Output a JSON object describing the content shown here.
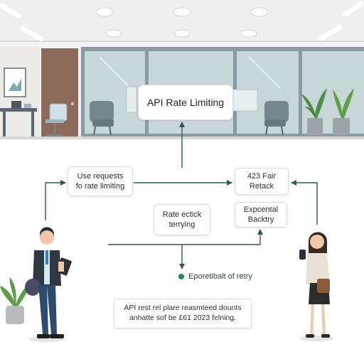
{
  "diagram": {
    "title": "API Rate Limiting",
    "nodes": {
      "request": {
        "lines": [
          "Use requests",
          "fo rate limiting"
        ]
      },
      "fair": {
        "lines": [
          "423 Fair",
          "Retack"
        ]
      },
      "retry": {
        "lines": [
          "Rate ectick",
          "terrying"
        ]
      },
      "backoff": {
        "lines": [
          "Expcental",
          "Backtry"
        ]
      },
      "exponential": {
        "label": "Eporetibalt of retry"
      },
      "caption": {
        "lines": [
          "API rest rel plare reasmteed dounts",
          "anhatte sof be £61 2023 felning."
        ]
      }
    },
    "colors": {
      "connector": "#2f5a4c",
      "accent_dot": "#1f8a63",
      "ceiling": "#eeeeee",
      "glass": "#c9d6d8"
    }
  }
}
